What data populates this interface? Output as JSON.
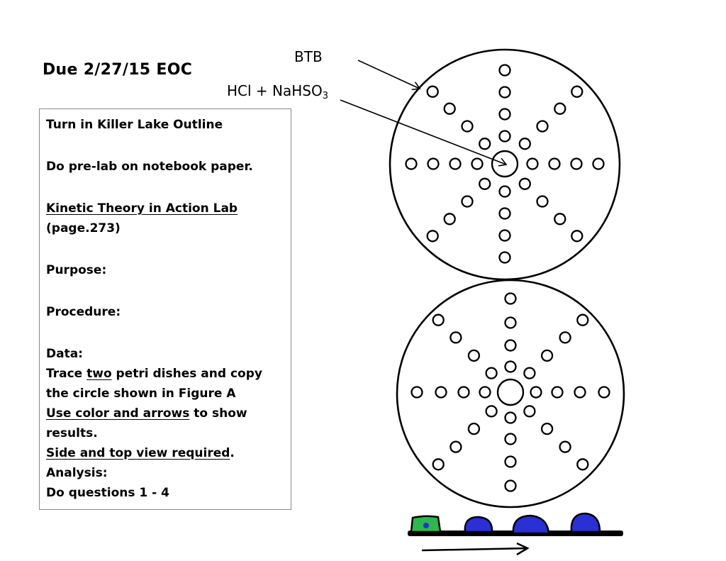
{
  "due_date": "Due 2/27/15 EOC",
  "instructions": {
    "turn_in": "Turn in Killer Lake Outline",
    "prelab": "Do pre-lab on notebook paper.",
    "lab_title": "Kinetic Theory in Action Lab",
    "lab_page": "(page.273)",
    "purpose": "Purpose:",
    "procedure": "Procedure:",
    "data_heading": "Data:",
    "trace_pre": "Trace ",
    "trace_two": "two",
    "trace_post": " petri dishes and copy",
    "trace_line2": "the circle shown in Figure A",
    "color_arrows": "Use color and arrows",
    "color_arrows_post": " to show",
    "results": "results.",
    "side_top": "Side and top view required",
    "side_top_post": ".",
    "analysis": "Analysis:",
    "questions": "Do questions 1 - 4"
  },
  "labels": {
    "btb": "BTB",
    "hcl_prefix": "HCl + NaHSO",
    "hcl_subscript": "3"
  },
  "colors": {
    "green_drop": "#2db84b",
    "blue_drop": "#2a2fd6",
    "outline": "#000000"
  }
}
